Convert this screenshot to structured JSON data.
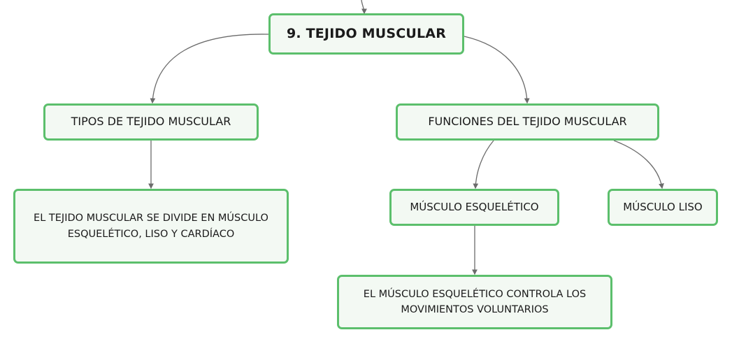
{
  "mindmap": {
    "root": "9. TEJIDO MUSCULAR",
    "tipos": "TIPOS DE TEJIDO MUSCULAR",
    "funciones": "FUNCIONES DEL TEJIDO MUSCULAR",
    "divide": "EL TEJIDO MUSCULAR SE DIVIDE EN MÚSCULO ESQUELÉTICO, LISO Y CARDÍACO",
    "esqueletico": "MÚSCULO ESQUELÉTICO",
    "liso": "MÚSCULO LISO",
    "controla": "EL MÚSCULO ESQUELÉTICO CONTROLA LOS MOVIMIENTOS VOLUNTARIOS"
  },
  "colors": {
    "node_border": "#5cbf6c",
    "node_fill": "#f3f9f3",
    "connector": "#6b6b6b"
  }
}
